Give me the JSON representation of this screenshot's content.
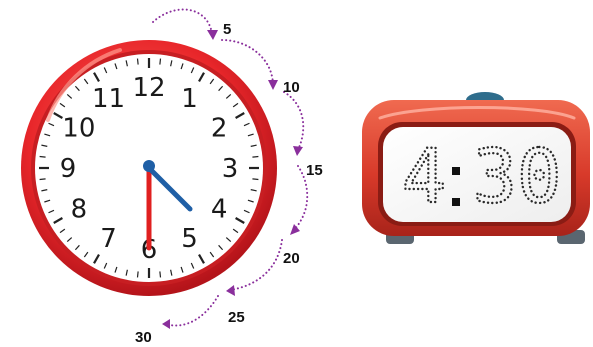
{
  "analog_clock": {
    "numbers": [
      "12",
      "1",
      "2",
      "3",
      "4",
      "5",
      "6",
      "7",
      "8",
      "9",
      "10",
      "11"
    ],
    "hour_hand_value": 4.5,
    "minute_hand_value": 30,
    "hour_hand_color": "#1f5fa6",
    "minute_hand_color": "#e02020",
    "rim_color": "#e8262a"
  },
  "minute_counts": {
    "labels": [
      "5",
      "10",
      "15",
      "20",
      "25",
      "30"
    ],
    "arc_color": "#8a2f9c"
  },
  "digital_clock": {
    "hours": "4",
    "separator": ":",
    "minutes": "30",
    "body_color": "#d83a2a",
    "button_color": "#2f6d8c"
  }
}
